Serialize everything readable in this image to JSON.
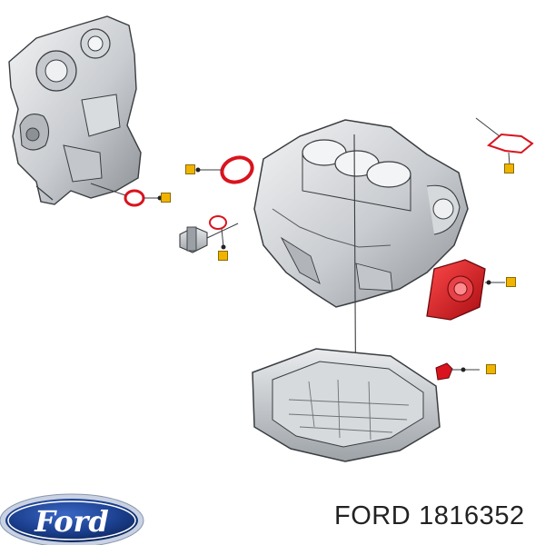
{
  "brand": {
    "logo_text": "Ford",
    "oval_color": "#1b3f8e",
    "rim_color": "#c9d2e3"
  },
  "caption": {
    "brand": "FORD",
    "part_number": "1816352"
  },
  "colors": {
    "highlight_part": "#d9141e",
    "marker": "#f0b400",
    "metal_light": "#e4e6e8",
    "metal_mid": "#b9bdc1",
    "metal_dark": "#6e7378",
    "outline": "#3a3d40"
  },
  "diagram": {
    "components": [
      "timing-cover",
      "cylinder-block",
      "oil-pan",
      "temperature-sensor",
      "rear-seal-housing",
      "crank-seal",
      "oil-plug"
    ],
    "highlighted_count": 6
  }
}
